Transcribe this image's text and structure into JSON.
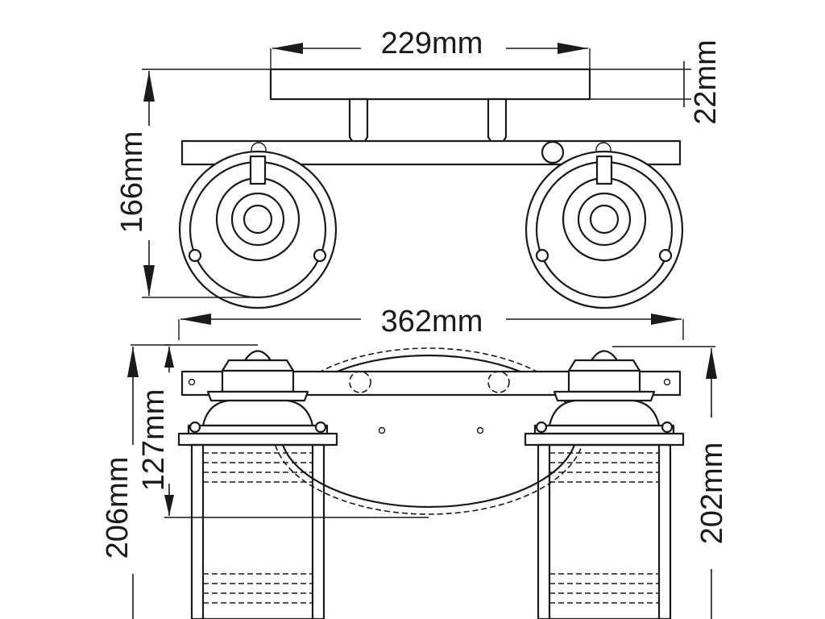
{
  "diagram": {
    "colors": {
      "ink": "#1a1a1a",
      "background": "#ffffff"
    },
    "dimensions": {
      "backplate_width": "229mm",
      "backplate_depth": "22mm",
      "total_depth": "166mm",
      "total_width": "362mm",
      "lantern_height": "127mm",
      "total_height": "206mm",
      "height_right": "202mm"
    }
  }
}
